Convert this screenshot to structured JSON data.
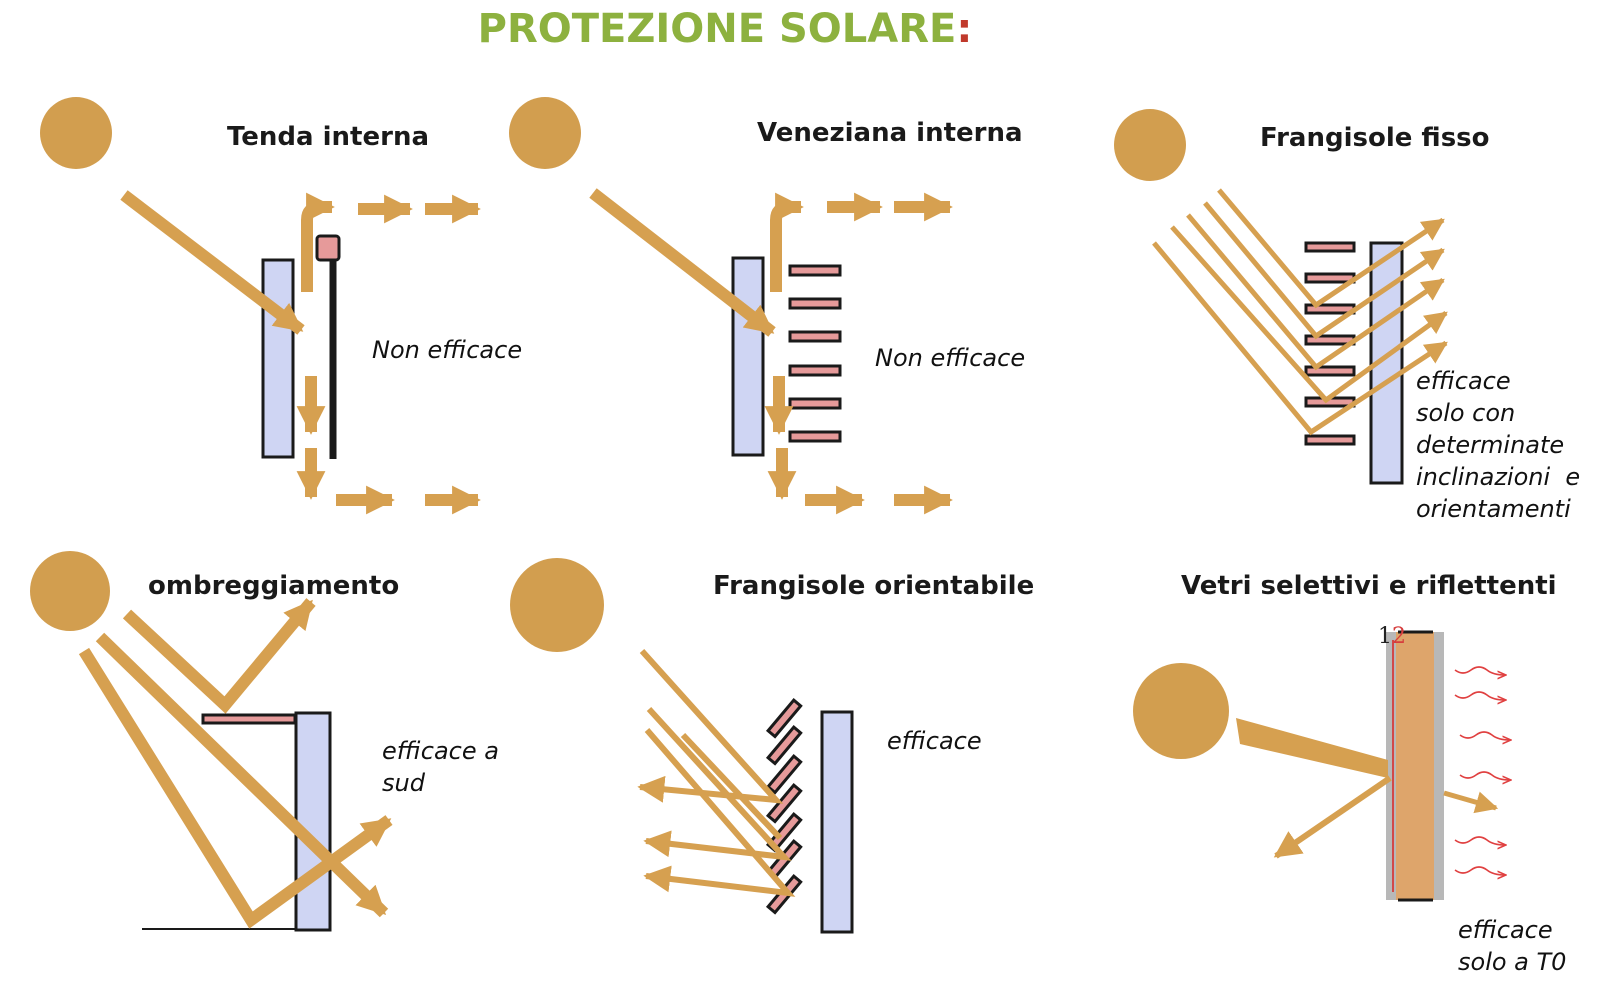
{
  "title": {
    "text": "PROTEZIONE SOLARE",
    "colon": ":"
  },
  "colors": {
    "sun": "#d29e4f",
    "arrow": "#d6a050",
    "glass": "#cfd5f3",
    "slat": "#e69a9a",
    "heat": "#e04040",
    "title": "#8db13f"
  },
  "panels": [
    {
      "heading": "Tenda interna",
      "note": "Non efficace"
    },
    {
      "heading": "Veneziana interna",
      "note": "Non efficace"
    },
    {
      "heading": "Frangisole fisso",
      "note": "efficace\nsolo con\ndeterminate\ninclinazioni  e\norientamenti"
    },
    {
      "heading": "ombreggiamento",
      "note": "efficace a\nsud"
    },
    {
      "heading": "Frangisole orientabile",
      "note": "efficace"
    },
    {
      "heading": "Vetri selettivi e riflettenti",
      "note": "efficace\nsolo a T0",
      "layer_labels": [
        "1",
        "2"
      ]
    }
  ]
}
